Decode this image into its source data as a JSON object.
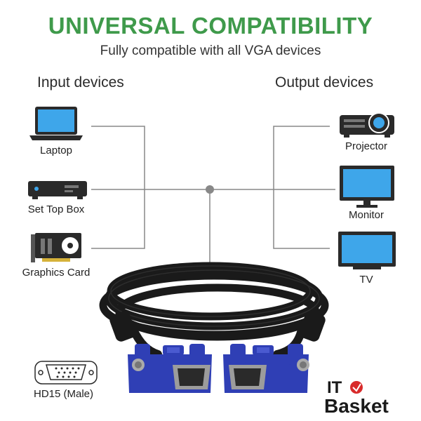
{
  "headline": "UNIVERSAL COMPATIBILITY",
  "subheadline": "Fully compatible with all VGA devices",
  "input": {
    "title": "Input devices",
    "devices": [
      "Laptop",
      "Set Top Box",
      "Graphics Card"
    ]
  },
  "output": {
    "title": "Output devices",
    "devices": [
      "Projector",
      "Monitor",
      "TV"
    ]
  },
  "connector_label": "HD15 (Male)",
  "brand": {
    "logo_text": "IT Basket"
  },
  "colors": {
    "headline": "#3f9a4b",
    "connector_blue": "#2f3fb5",
    "cable": "#1a1a1a",
    "device_blue": "#2f9fe6",
    "brand_red": "#d82a2a"
  },
  "icons": [
    "laptop-icon",
    "set-top-box-icon",
    "graphics-card-icon",
    "projector-icon",
    "monitor-icon",
    "tv-icon",
    "hd15-connector-icon"
  ]
}
